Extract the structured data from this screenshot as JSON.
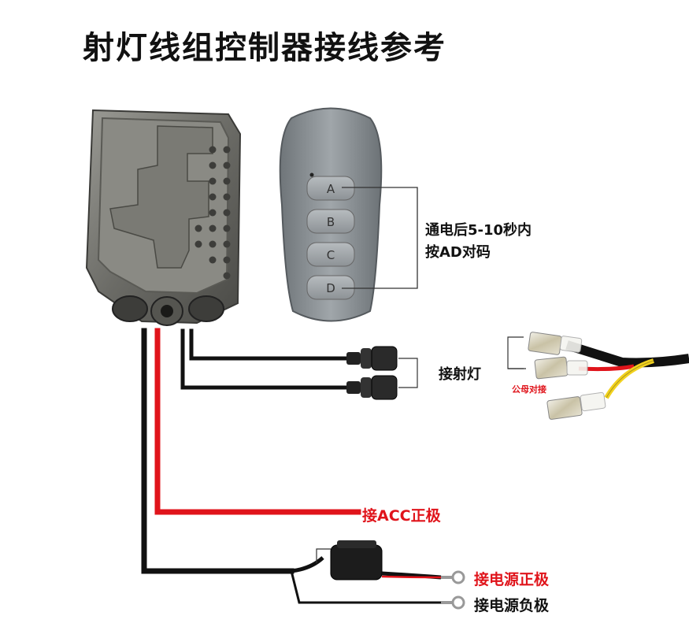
{
  "title": "射灯线组控制器接线参考",
  "remote": {
    "buttons": [
      "A",
      "B",
      "C",
      "D"
    ],
    "note_line1": "通电后5-10秒内",
    "note_line2": "按AD对码"
  },
  "labels": {
    "spotlight": "接射灯",
    "male_female": "公母对接",
    "acc": "接ACC正极",
    "power_pos": "接电源正极",
    "power_neg": "接电源负极"
  },
  "colors": {
    "red_wire": "#e0141b",
    "black_wire": "#111111",
    "yellow_wire": "#f2d21e",
    "label_red": "#e0141b"
  },
  "icons": [
    "controller-box-icon",
    "remote-control-icon",
    "fuse-holder-icon",
    "spade-terminal-icon",
    "waterproof-connector-icon",
    "ring-terminal-icon"
  ]
}
